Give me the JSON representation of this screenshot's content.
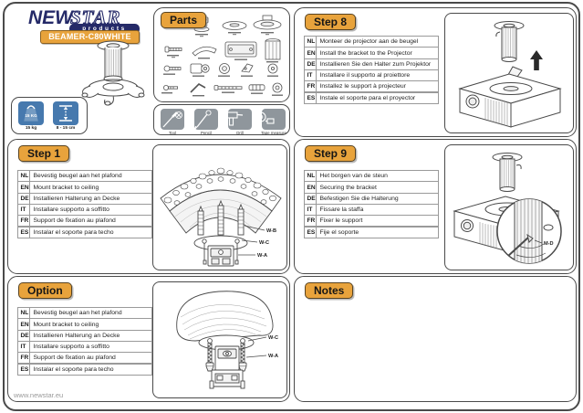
{
  "brand": {
    "logo_primary": "NEW",
    "logo_secondary": "STAR",
    "tagline": "products",
    "model": "BEAMER-C80WHITE"
  },
  "specs": {
    "max_weight": "15 kg",
    "weight_glyph": "15 KG",
    "height_range": "8 - 15 cm"
  },
  "parts_panel": {
    "title": "Parts"
  },
  "tools": {
    "items": [
      {
        "label": "Tool"
      },
      {
        "label": "Pencil"
      },
      {
        "label": "Drill"
      },
      {
        "label": "Tape measure"
      }
    ]
  },
  "panels": {
    "step8": {
      "title": "Step 8",
      "instructions": [
        {
          "code": "NL",
          "text": "Monteer de projector aan de beugel"
        },
        {
          "code": "EN",
          "text": "Install the bracket to the Projector"
        },
        {
          "code": "DE",
          "text": "Installieren Sie den Halter zum Projektor"
        },
        {
          "code": "IT",
          "text": "Installare il supporto al proiettore"
        },
        {
          "code": "FR",
          "text": "Installez le support à projecteur"
        },
        {
          "code": "ES",
          "text": "Instale el soporte para el proyector"
        }
      ]
    },
    "step1": {
      "title": "Step 1",
      "instructions": [
        {
          "code": "NL",
          "text": "Bevestig beugel aan het plafond"
        },
        {
          "code": "EN",
          "text": "Mount bracket to ceiling"
        },
        {
          "code": "DE",
          "text": "Installieren Halterung an Decke"
        },
        {
          "code": "IT",
          "text": "Installare supporto a soffitto"
        },
        {
          "code": "FR",
          "text": "Support de fixation au plafond"
        },
        {
          "code": "ES",
          "text": "Instalar el soporte para techo"
        }
      ]
    },
    "step9": {
      "title": "Step 9",
      "instructions": [
        {
          "code": "NL",
          "text": "Het borgen van de steun"
        },
        {
          "code": "EN",
          "text": "Securing the bracket"
        },
        {
          "code": "DE",
          "text": "Befestigen Sie die Halterung"
        },
        {
          "code": "IT",
          "text": "Fissare la staffa"
        },
        {
          "code": "FR",
          "text": "Fixer le support"
        },
        {
          "code": "ES",
          "text": "Fije el soporte"
        }
      ]
    },
    "option": {
      "title": "Option",
      "instructions": [
        {
          "code": "NL",
          "text": "Bevestig beugel aan het plafond"
        },
        {
          "code": "EN",
          "text": "Mount bracket to ceiling"
        },
        {
          "code": "DE",
          "text": "Installieren Halterung an Decke"
        },
        {
          "code": "IT",
          "text": "Installare supporto a soffitto"
        },
        {
          "code": "FR",
          "text": "Support de fixation au plafond"
        },
        {
          "code": "ES",
          "text": "Instalar el soporte para techo"
        }
      ]
    },
    "notes": {
      "title": "Notes"
    }
  },
  "diagram_labels": {
    "step1_wb": "W-B",
    "step1_wc": "W-C",
    "step1_wa": "W-A",
    "step9_md": "M-D",
    "option_wc": "W-C",
    "option_wa": "W-A"
  },
  "footer": {
    "website": "www.newstar.eu"
  },
  "colors": {
    "accent_orange": "#E8A33C",
    "brand_navy": "#252A68",
    "tile_blue": "#4679AE",
    "tile_gray": "#8F969C"
  }
}
